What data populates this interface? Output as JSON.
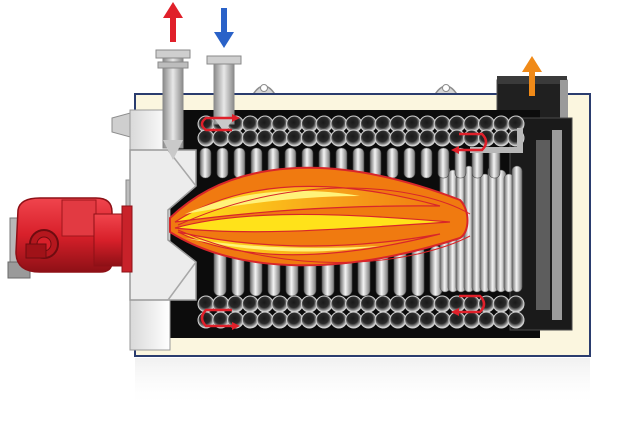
{
  "diagram": {
    "colors": {
      "background": "#ffffff",
      "casing_fill": "#fbf6df",
      "casing_border": "#2a3c6e",
      "chamber": "#0c0c0c",
      "tube_light": "#f2f2f2",
      "tube_dark": "#6b6b6b",
      "burner_red": "#d8202a",
      "burner_dark": "#8e1016",
      "flame_outer": "#f07a10",
      "flame_inner": "#ffe21a",
      "flame_edge": "#d8262a",
      "hot_flow_arrow": "#e0202a",
      "cold_flow_arrow": "#2a62c8",
      "flue_arrow": "#f08a18",
      "turn_marker": "#e0202a",
      "pipe_grey": "#b8b8b8"
    },
    "arrows": [
      {
        "name": "hot-water-outlet-arrow",
        "direction": "up",
        "color_key": "hot_flow_arrow"
      },
      {
        "name": "cold-water-inlet-arrow",
        "direction": "down",
        "color_key": "cold_flow_arrow"
      },
      {
        "name": "flue-gas-exhaust-arrow",
        "direction": "up",
        "color_key": "flue_arrow"
      }
    ],
    "tube_rows": {
      "upper_row_count": 22,
      "lower_row_count": 22,
      "left_section_tubes": 13,
      "right_section_tubes": 10
    }
  }
}
